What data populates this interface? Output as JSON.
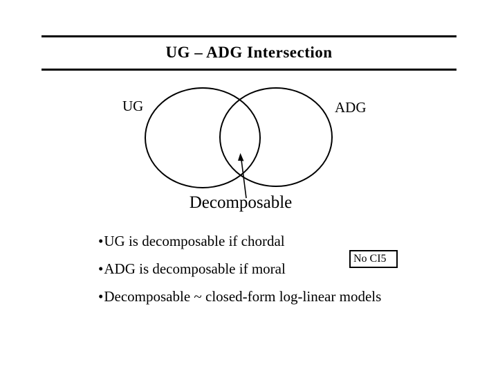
{
  "slide": {
    "title": "UG – ADG Intersection",
    "colors": {
      "ink": "#000000",
      "background": "#ffffff"
    }
  },
  "diagram": {
    "left_circle_label": "UG",
    "right_circle_label": "ADG",
    "intersection_label": "Decomposable"
  },
  "bullets": {
    "marker": "•",
    "items": [
      "UG is decomposable if chordal",
      "ADG is decomposable if moral",
      "Decomposable ~ closed-form log-linear models"
    ]
  },
  "note_box": {
    "label": "No CI5"
  }
}
